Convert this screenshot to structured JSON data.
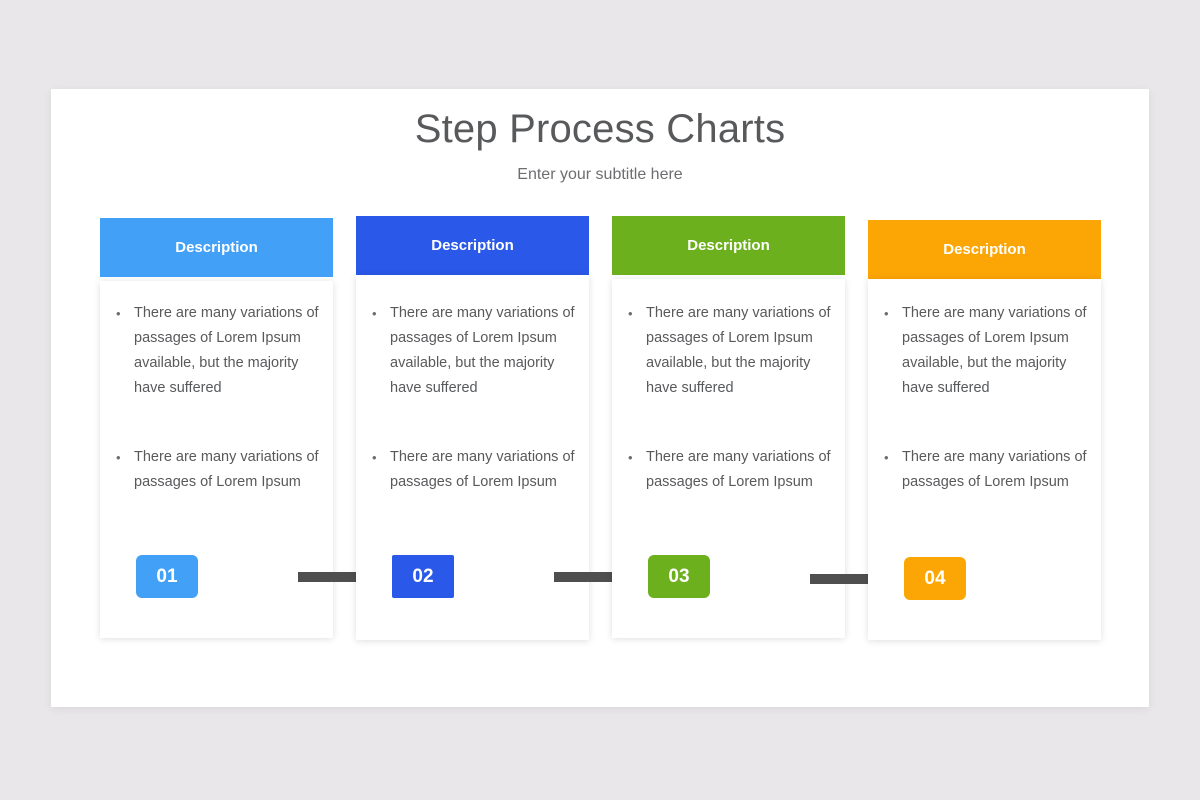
{
  "slide": {
    "title": "Step Process Charts",
    "subtitle": "Enter your subtitle here",
    "background_color": "#e9e7e9",
    "surface_color": "#ffffff"
  },
  "arrow": {
    "color": "#4f4f4f",
    "name": "arrow-right-icon",
    "count": 3
  },
  "columns": [
    {
      "header_label": "Description",
      "header_color": "#42a0f7",
      "badge_label": "01",
      "badge_color": "#42a0f7",
      "badge_radius": "6px",
      "bullets": [
        "There are many variations of passages of Lorem Ipsum available,  but the majority have suffered",
        "There are many variations of passages of Lorem Ipsum"
      ]
    },
    {
      "header_label": "Description",
      "header_color": "#2a58e8",
      "badge_label": "02",
      "badge_color": "#2a58e8",
      "badge_radius": "2px",
      "bullets": [
        "There are many variations of passages of Lorem Ipsum available, but the majority have suffered",
        "There are many variations of passages of Lorem Ipsum"
      ]
    },
    {
      "header_label": "Description",
      "header_color": "#6cb01e",
      "badge_label": "03",
      "badge_color": "#6cb01e",
      "badge_radius": "6px",
      "bullets": [
        "There are many variations of passages of Lorem Ipsum available, but the majority have suffered",
        "There are many variations of passages of Lorem Ipsum"
      ]
    },
    {
      "header_label": "Description",
      "header_color": "#fca605",
      "badge_label": "04",
      "badge_color": "#fca605",
      "badge_radius": "6px",
      "bullets": [
        "There are many variations of passages of Lorem Ipsum available, but the majority have suffered",
        "There are many variations of passages of Lorem Ipsum"
      ]
    }
  ]
}
